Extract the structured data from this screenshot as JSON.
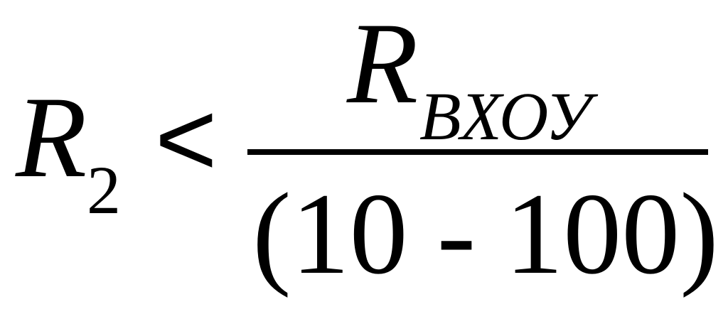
{
  "formula": {
    "lhs": {
      "variable": "R",
      "subscript": "2"
    },
    "relation": "<",
    "numerator": {
      "variable": "R",
      "subscript": "ВХОУ"
    },
    "denominator": "(10 - 100)"
  }
}
